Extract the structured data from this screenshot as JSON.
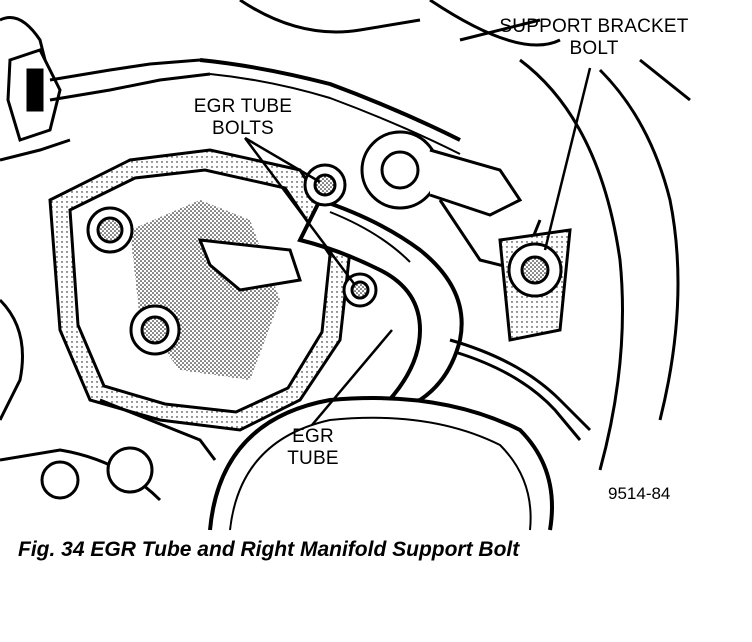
{
  "labels": {
    "support_bracket_line1": "SUPPORT BRACKET",
    "support_bracket_line2": "BOLT",
    "egr_bolts_line1": "EGR TUBE",
    "egr_bolts_line2": "BOLTS",
    "egr_tube_line1": "EGR",
    "egr_tube_line2": "TUBE"
  },
  "figure_number": "9514-84",
  "caption": "Fig. 34 EGR Tube and Right Manifold Support Bolt",
  "colors": {
    "ink": "#000000",
    "paper": "#ffffff",
    "shade": "#7a7a7a"
  }
}
